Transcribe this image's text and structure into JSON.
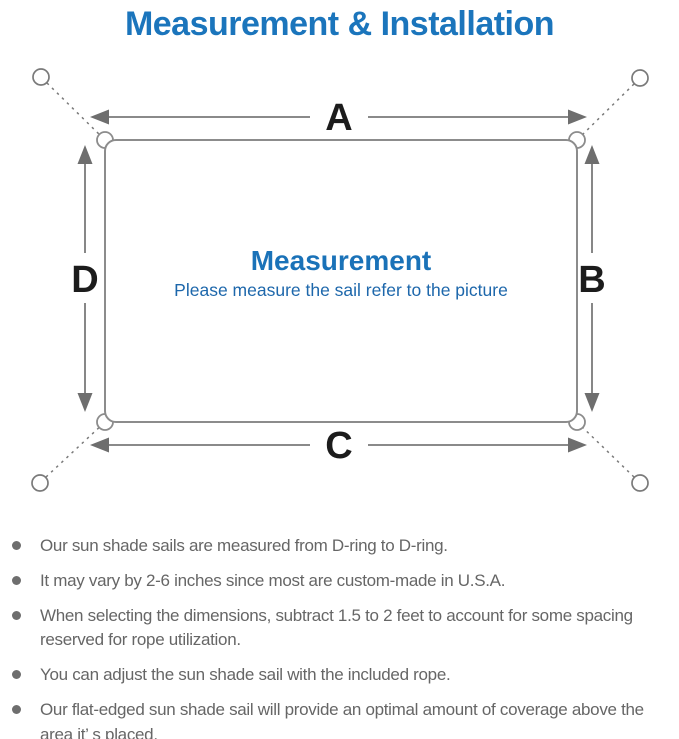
{
  "title": "Measurement & Installation",
  "diagram": {
    "side_labels": {
      "top": "A",
      "right": "B",
      "bottom": "C",
      "left": "D"
    },
    "center_title": "Measurement",
    "center_subtitle": "Please measure the sail refer to the picture"
  },
  "notes": [
    "Our sun shade sails are measured from D-ring to D-ring.",
    "It may vary by 2-6 inches since most are custom-made in U.S.A.",
    "When selecting the dimensions, subtract 1.5 to 2 feet to account for some spacing reserved for rope utilization.",
    "You can adjust the sun shade sail with the included rope.",
    "Our flat-edged sun shade sail will provide an optimal amount of coverage above the area it’ s placed."
  ],
  "colors": {
    "accent_blue": "#1b75bc",
    "diagram_gray": "#7a7a7a",
    "label_black": "#1c1c1c",
    "note_text_gray": "#666666"
  }
}
